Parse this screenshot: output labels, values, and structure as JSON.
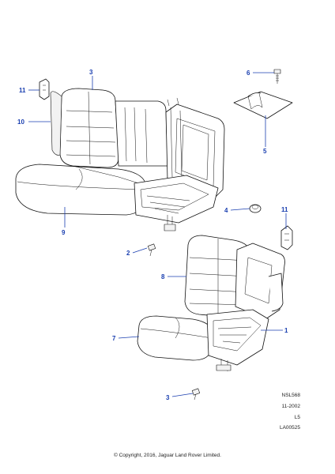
{
  "callouts": {
    "c1": "1",
    "c2a": "2",
    "c2b": "3",
    "c3": "3",
    "c4": "4",
    "c5": "5",
    "c6": "6",
    "c7": "7",
    "c8": "8",
    "c9": "9",
    "c10": "10",
    "c11a": "11",
    "c11b": "11"
  },
  "reference": {
    "code": "NSL568",
    "date": "11-2002",
    "page": "L5",
    "part": "LA00525"
  },
  "copyright": "© Copyright, 2016, Jaguar Land Rover Limited.",
  "colors": {
    "callout": "#1a3fb0",
    "ink": "#111111"
  }
}
